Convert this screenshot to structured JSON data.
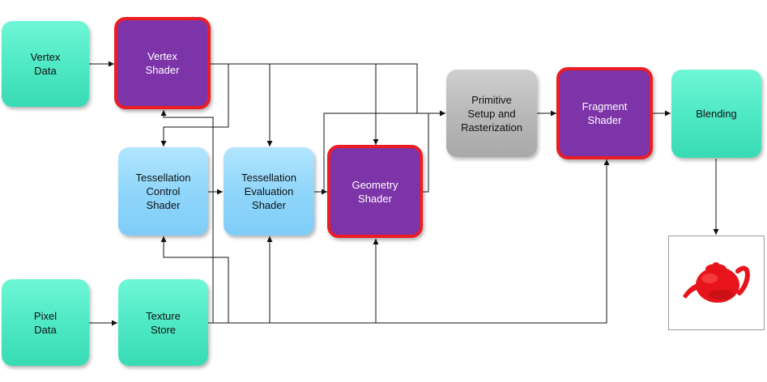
{
  "diagram": {
    "nodes": {
      "vertex_data": "Vertex\nData",
      "vertex_shader": "Vertex\nShader",
      "primitive_setup": "Primitive\nSetup and\nRasterization",
      "fragment_shader": "Fragment\nShader",
      "blending": "Blending",
      "tess_control": "Tessellation\nControl\nShader",
      "tess_eval": "Tessellation\nEvaluation\nShader",
      "geometry_shader": "Geometry\nShader",
      "pixel_data": "Pixel\nData",
      "texture_store": "Texture\nStore"
    },
    "colors": {
      "fixed_stage": "#4fe9c5",
      "optional_shader": "#90d6fb",
      "rasterizer": "#b9b9b9",
      "required_shader": "#7c34a8",
      "required_shader_border": "#ec1c24",
      "teapot": "#e8141b"
    },
    "output_image": "teapot-icon"
  }
}
